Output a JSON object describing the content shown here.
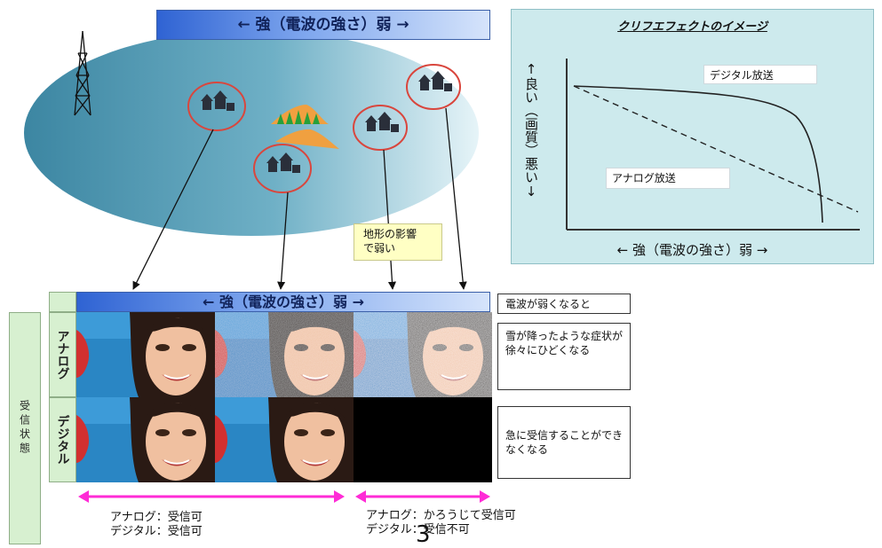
{
  "top_banner": {
    "text": "← 強（電波の強さ）弱 →"
  },
  "terrain_note": {
    "line1": "地形の影響",
    "line2": "で弱い"
  },
  "cliff_panel": {
    "title": "クリフエフェクトのイメージ",
    "y_axis_label": "↑良い（画質）悪い↓",
    "x_axis_label": "← 強（電波の強さ）弱 →",
    "digital_label": "デジタル放送",
    "analog_label": "アナログ放送"
  },
  "grid": {
    "banner": "← 強（電波の強さ）弱 →",
    "header_right": "電波が弱くなると",
    "row_analog_label": "アナログ",
    "row_digital_label": "デジタル",
    "side_label": "受信状態",
    "analog_desc": "雪が降ったような症状が徐々にひどくなる",
    "digital_desc": "急に受信することができなくなる"
  },
  "summary_left": {
    "line1": "アナログ：受信可",
    "line2": "デジタル：受信可"
  },
  "summary_right": {
    "line1": "アナログ：かろうじて受信可",
    "line2": "デジタル：受信不可"
  },
  "page_number": "3",
  "colors": {
    "ellipse": "#4f93ad",
    "panel_bg": "#cdeaed",
    "arrow": "#ff2bd6",
    "cell_green": "#d7f0d0"
  }
}
